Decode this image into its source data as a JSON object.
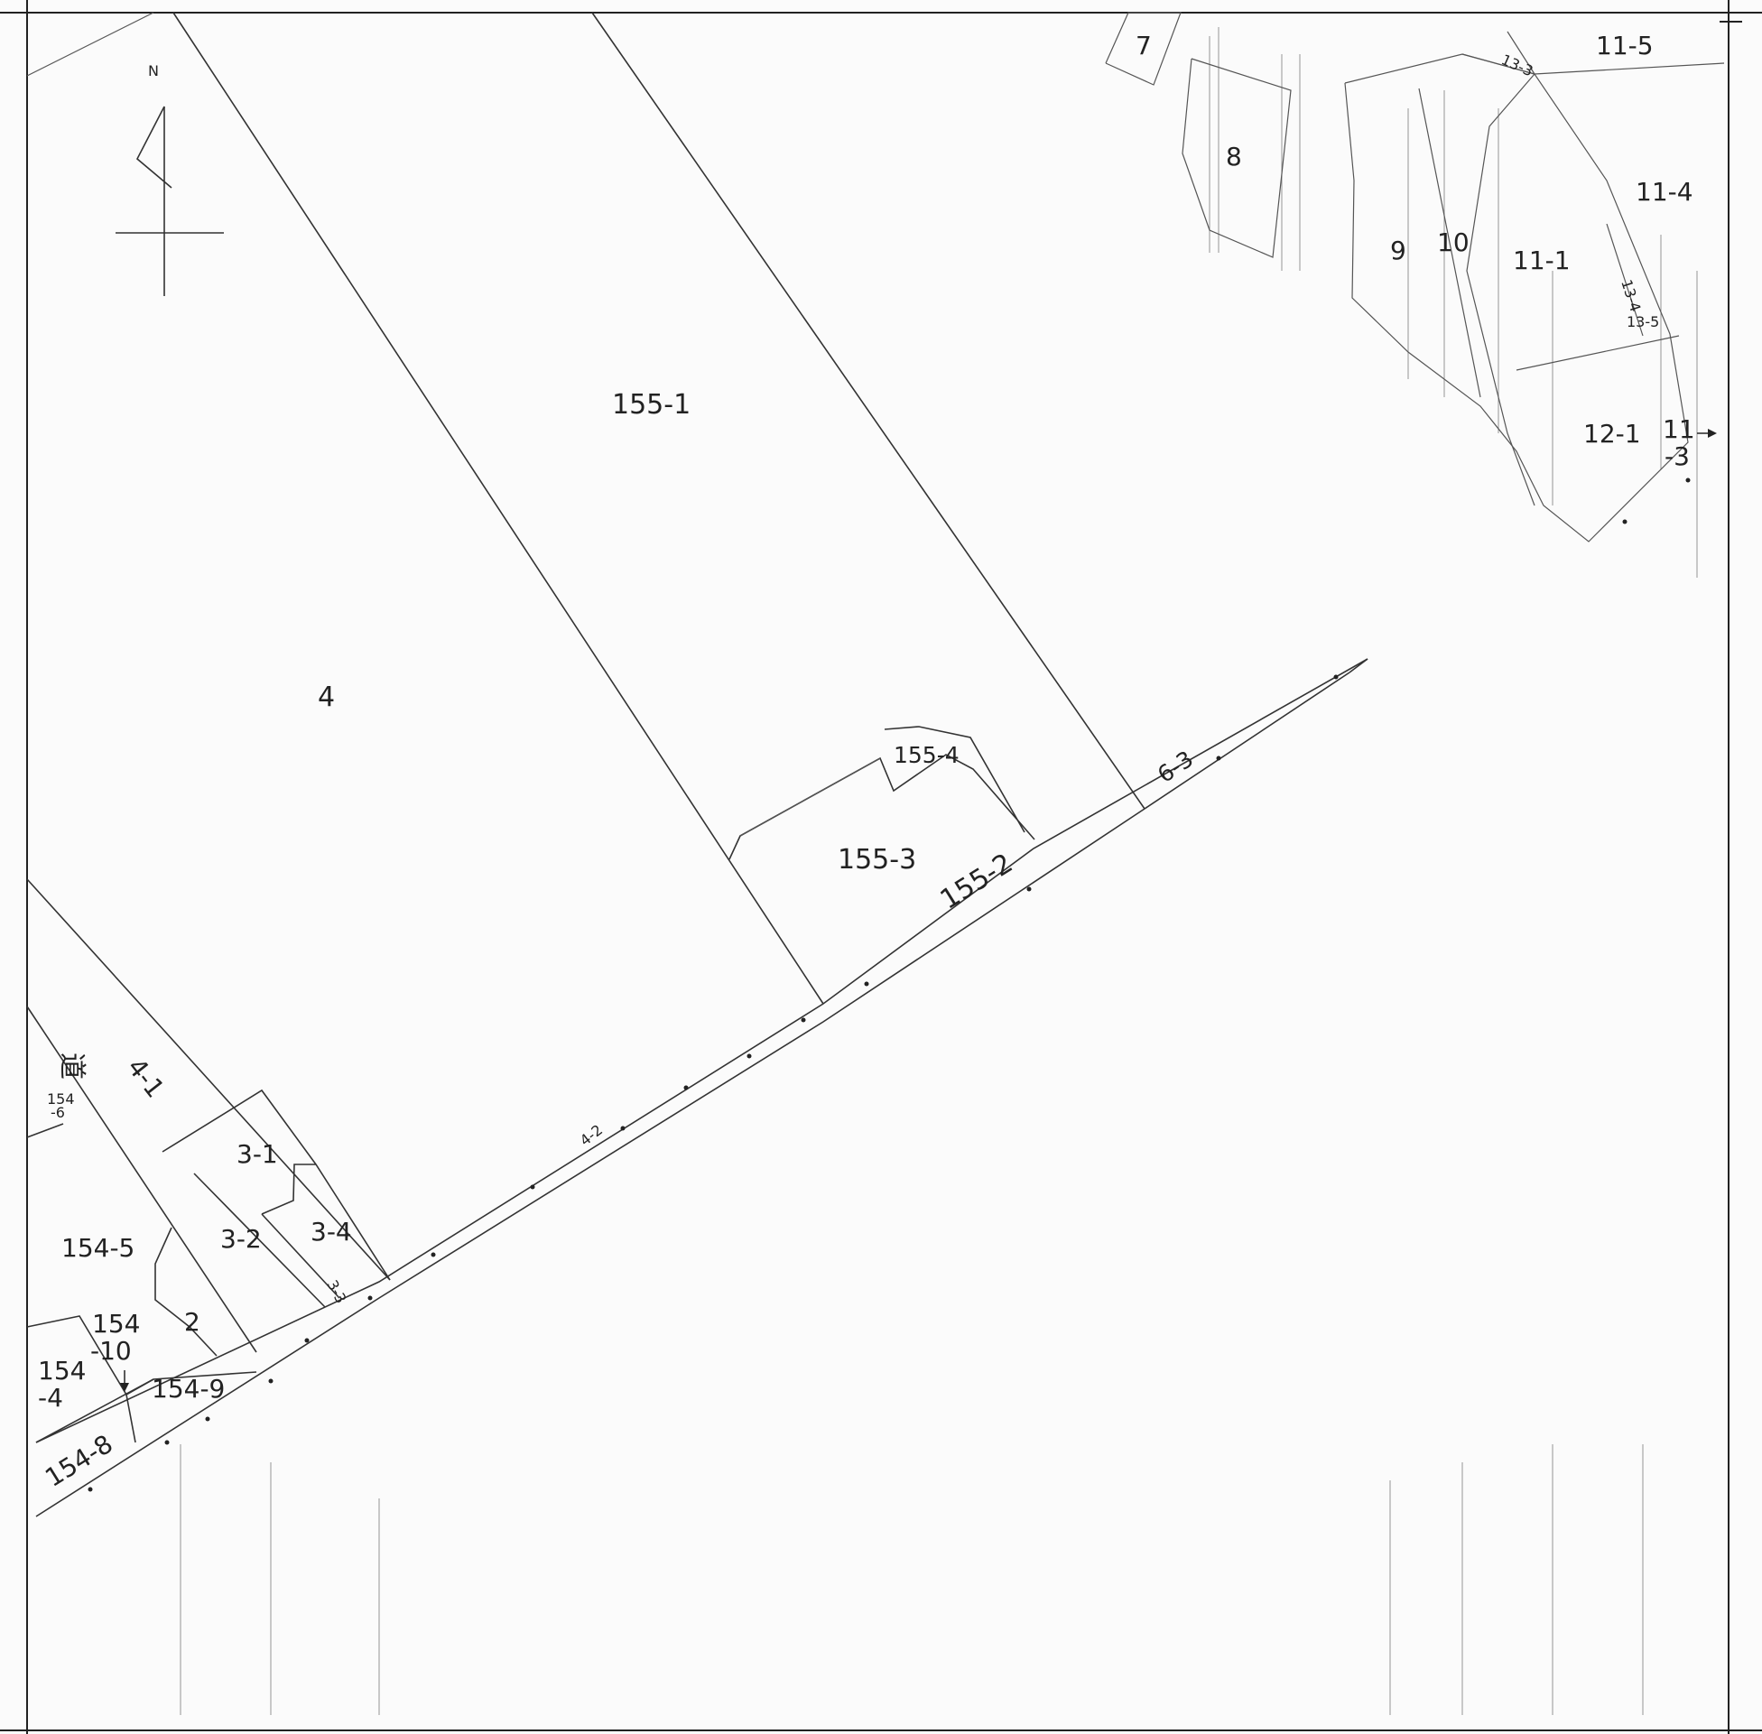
{
  "map": {
    "north_label": "N",
    "parcels": [
      {
        "id": "p-155-1",
        "label": "155-1"
      },
      {
        "id": "p-155-2",
        "label": "155-2"
      },
      {
        "id": "p-155-3",
        "label": "155-3"
      },
      {
        "id": "p-155-4",
        "label": "155-4"
      },
      {
        "id": "p-4",
        "label": "4"
      },
      {
        "id": "p-4-1",
        "label": "4-1"
      },
      {
        "id": "p-4-2",
        "label": "4-2"
      },
      {
        "id": "p-6-3",
        "label": "6-3"
      },
      {
        "id": "p-road",
        "label": "道"
      },
      {
        "id": "p-154-6-a",
        "label": "154"
      },
      {
        "id": "p-154-6-b",
        "label": "-6"
      },
      {
        "id": "p-3-1",
        "label": "3-1"
      },
      {
        "id": "p-3-2",
        "label": "3-2"
      },
      {
        "id": "p-3-3",
        "label": "3-3"
      },
      {
        "id": "p-3-4",
        "label": "3-4"
      },
      {
        "id": "p-154-5",
        "label": "154-5"
      },
      {
        "id": "p-2",
        "label": "2"
      },
      {
        "id": "p-154-10-a",
        "label": "154"
      },
      {
        "id": "p-154-10-b",
        "label": "-10"
      },
      {
        "id": "p-154-4-a",
        "label": "154"
      },
      {
        "id": "p-154-4-b",
        "label": "-4"
      },
      {
        "id": "p-154-9",
        "label": "154-9"
      },
      {
        "id": "p-154-8",
        "label": "154-8"
      },
      {
        "id": "p-7",
        "label": "7"
      },
      {
        "id": "p-8",
        "label": "8"
      },
      {
        "id": "p-9",
        "label": "9"
      },
      {
        "id": "p-10",
        "label": "10"
      },
      {
        "id": "p-11-1",
        "label": "11-1"
      },
      {
        "id": "p-11-3-a",
        "label": "11"
      },
      {
        "id": "p-11-3-b",
        "label": "-3"
      },
      {
        "id": "p-11-4",
        "label": "11-4"
      },
      {
        "id": "p-11-5",
        "label": "11-5"
      },
      {
        "id": "p-12-1",
        "label": "12-1"
      },
      {
        "id": "p-13-3",
        "label": "13-3"
      },
      {
        "id": "p-13-4",
        "label": "13-4"
      },
      {
        "id": "p-13-5",
        "label": "13-5"
      }
    ]
  }
}
